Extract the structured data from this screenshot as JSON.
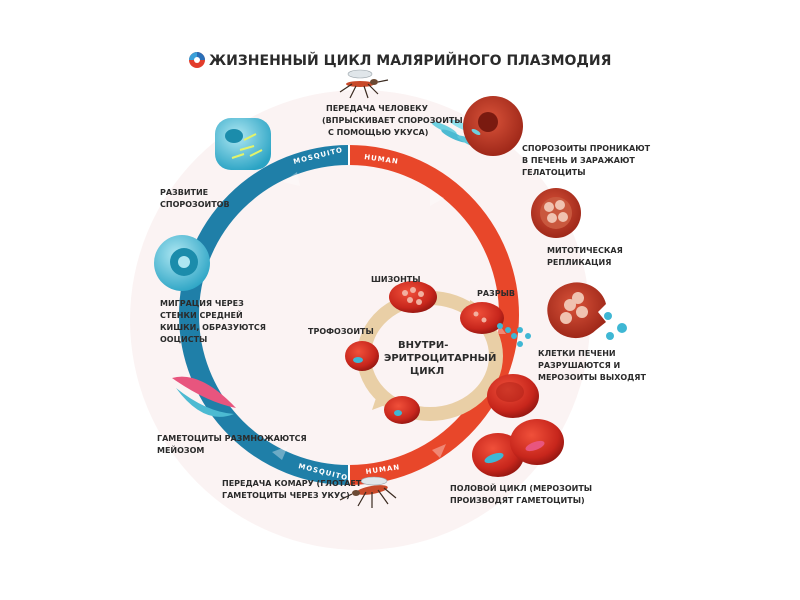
{
  "title": "ЖИЗНЕННЫЙ ЦИКЛ МАЛЯРИЙНОГО ПЛАЗМОДИЯ",
  "ring": {
    "top_left": "MOSQUITO",
    "top_right": "HUMAN",
    "bottom_left": "MOSQUITO",
    "bottom_right": "HUMAN"
  },
  "center": {
    "line1": "ВНУТРИ-",
    "line2": "ЭРИТРОЦИТАРНЫЙ",
    "line3": "ЦИКЛ"
  },
  "labels": {
    "transmission_human": [
      "ПЕРЕДАЧА ЧЕЛОВЕКУ",
      "(ВПРЫСКИВАЕТ СПОРОЗОИТЫ",
      "С ПОМОЩЬЮ УКУСА)"
    ],
    "sporozoites_liver": [
      "СПОРОЗОИТЫ ПРОНИКАЮТ",
      "В ПЕЧЕНЬ И ЗАРАЖАЮТ",
      "ГЕЛАТОЦИТЫ"
    ],
    "mitotic": [
      "МИТОТИЧЕСКАЯ",
      "РЕПЛИКАЦИЯ"
    ],
    "liver_burst": [
      "КЛЕТКИ ПЕЧЕНИ",
      "РАЗРУШАЮТСЯ И",
      "МЕРОЗОИТЫ ВЫХОДЯТ"
    ],
    "sexual_cycle": [
      "ПОЛОВОЙ ЦИКЛ (МЕРОЗОИТЫ",
      "ПРОИЗВОДЯТ ГАМЕТОЦИТЫ)"
    ],
    "transmission_mosquito": [
      "ПЕРЕДАЧА КОМАРУ (ГЛОТАЕТ",
      "ГАМЕТОЦИТЫ ЧЕРЕЗ УКУС)"
    ],
    "gametocytes": [
      "ГАМЕТОЦИТЫ РАЗМНОЖАЮТСЯ",
      "МЕЙОЗОМ"
    ],
    "migration": [
      "МИГРАЦИЯ ЧЕРЕЗ",
      "СТЕНКИ СРЕДНЕЙ",
      "КИШКИ, ОБРАЗУЮТСЯ",
      "ООЦИСТЫ"
    ],
    "sporozoite_dev": [
      "РАЗВИТИЕ",
      "СПОРОЗОИТОВ"
    ],
    "schizonts": "ШИЗОНТЫ",
    "rupture": "РАЗРЫВ",
    "trophozoites": "ТРОФОЗОИТЫ"
  },
  "colors": {
    "blue": "#1f7fa8",
    "red": "#e8472a",
    "cell_red": "#c7261c",
    "tan": "#e9cfa6",
    "text": "#2b2b2b"
  }
}
